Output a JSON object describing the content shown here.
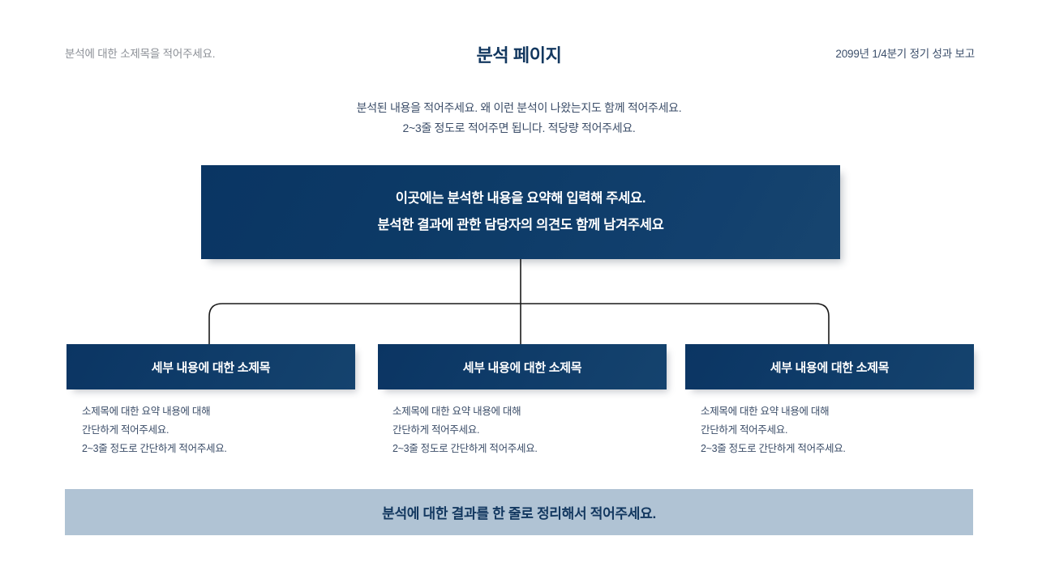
{
  "header": {
    "left_note": "분석에 대한 소제목을 적어주세요.",
    "title": "분석 페이지",
    "right_note": "2099년 1/4분기 정기 성과 보고"
  },
  "intro": {
    "line1": "분석된 내용을 적어주세요. 왜 이런 분석이 나왔는지도 함께 적어주세요.",
    "line2": "2~3줄 정도로 적어주면 됩니다. 적당량 적어주세요."
  },
  "main_box": {
    "line1": "이곳에는 분석한 내용을 요약해 입력해 주세요.",
    "line2": "분석한 결과에 관한 담당자의 의견도 함께 남겨주세요"
  },
  "sub_boxes": [
    {
      "title": "세부 내용에 대한 소제목",
      "desc_line1": "소제목에 대한 요약 내용에 대해",
      "desc_line2": "간단하게 적어주세요.",
      "desc_line3": "2~3줄 정도로 간단하게 적어주세요."
    },
    {
      "title": "세부 내용에 대한 소제목",
      "desc_line1": "소제목에 대한 요약 내용에 대해",
      "desc_line2": "간단하게 적어주세요.",
      "desc_line3": "2~3줄 정도로 간단하게 적어주세요."
    },
    {
      "title": "세부 내용에 대한 소제목",
      "desc_line1": "소제목에 대한 요약 내용에 대해",
      "desc_line2": "간단하게 적어주세요.",
      "desc_line3": "2~3줄 정도로 간단하게 적어주세요."
    }
  ],
  "footer": {
    "text": "분석에 대한 결과를 한 줄로 정리해서 적어주세요."
  },
  "colors": {
    "brand_navy": "#0d3b67",
    "title_navy": "#12375f",
    "footer_bar": "#b0c3d4",
    "body_text": "#3b4d68",
    "muted_text": "#8b8f96",
    "connector": "#1a1a1a",
    "background": "#ffffff"
  }
}
